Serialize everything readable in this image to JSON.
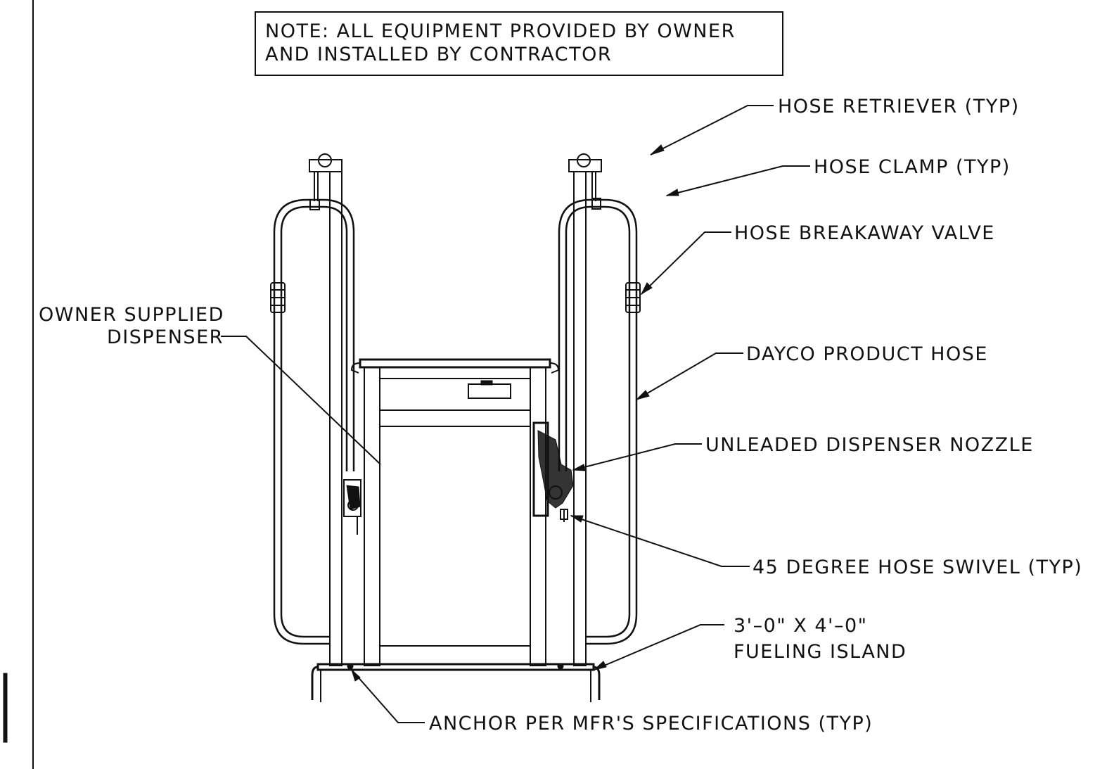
{
  "note": {
    "line1": "NOTE: ALL EQUIPMENT PROVIDED BY OWNER",
    "line2": "AND INSTALLED BY CONTRACTOR"
  },
  "labels": {
    "hose_retriever": "HOSE RETRIEVER (TYP)",
    "hose_clamp": "HOSE CLAMP (TYP)",
    "hose_breakaway_valve": "HOSE BREAKAWAY VALVE",
    "owner_supplied_1": "OWNER SUPPLIED",
    "owner_supplied_2": "DISPENSER",
    "dayco_product_hose": "DAYCO PRODUCT HOSE",
    "unleaded_nozzle": "UNLEADED DISPENSER NOZZLE",
    "hose_swivel": "45 DEGREE HOSE SWIVEL (TYP)",
    "fueling_island_1": "3'–0\" X 4'–0\"",
    "fueling_island_2": "FUELING ISLAND",
    "anchor": "ANCHOR PER MFR'S SPECIFICATIONS (TYP)"
  },
  "colors": {
    "ink": "#111111",
    "paper": "#ffffff"
  }
}
